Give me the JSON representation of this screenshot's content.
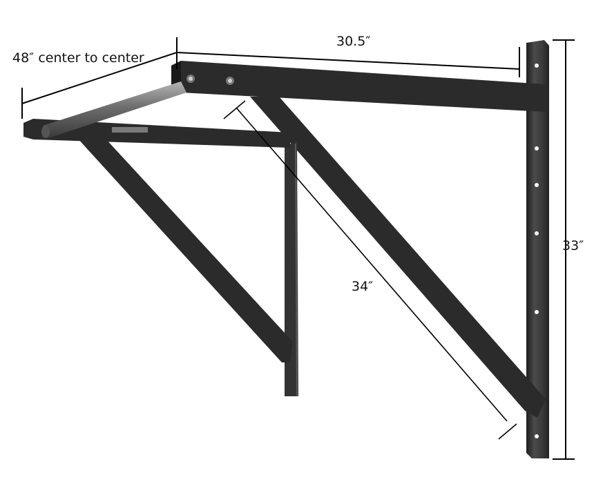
{
  "dimensions": {
    "width_label": "48″ center to center",
    "depth_label": "30.5″",
    "brace_label": "34″",
    "height_label": "33″"
  },
  "colors": {
    "frame": "#2b2b2b",
    "frame_edge": "#1a1a1a",
    "wall_plate": "#3a3a3a",
    "bar_highlight": "#8a8a8a",
    "dimension_line": "#000000"
  }
}
